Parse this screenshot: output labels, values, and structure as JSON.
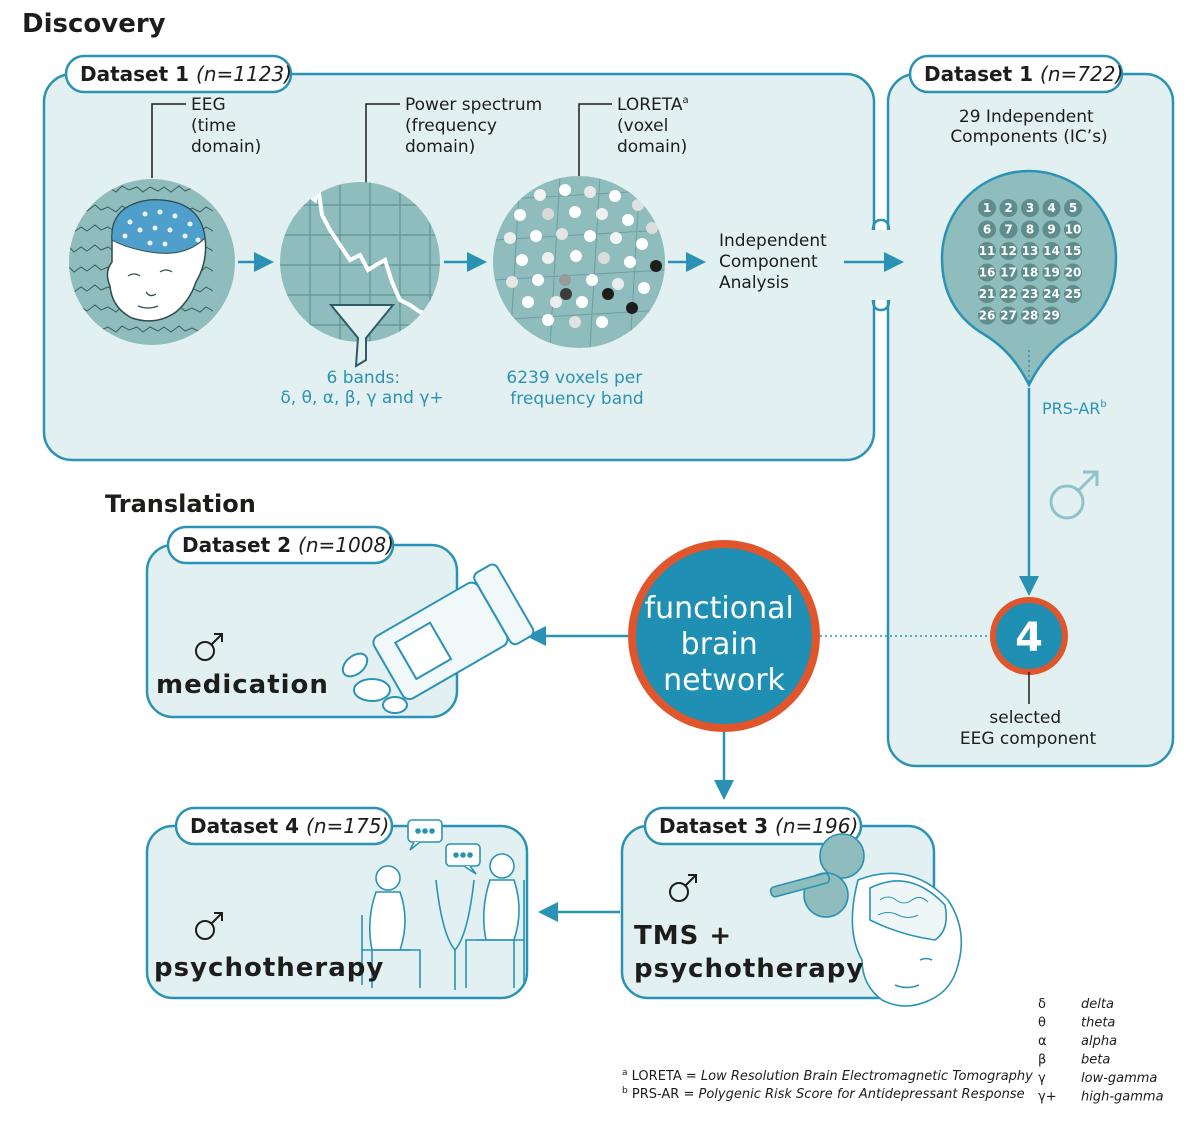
{
  "sections": {
    "discovery": "Discovery",
    "translation": "Translation"
  },
  "dataset1": {
    "label": "Dataset 1",
    "n": "(n=1123)"
  },
  "dataset1b": {
    "label": "Dataset 1",
    "n": "(n=722)"
  },
  "dataset2": {
    "label": "Dataset 2",
    "n": "(n=1008)"
  },
  "dataset3": {
    "label": "Dataset 3",
    "n": "(n=196)"
  },
  "dataset4": {
    "label": "Dataset 4",
    "n": "(n=175)"
  },
  "eeg": {
    "line1": "EEG",
    "line2": "(time",
    "line3": "domain)"
  },
  "power": {
    "line1": "Power spectrum",
    "line2": "(frequency",
    "line3": "domain)"
  },
  "loreta": {
    "line1": "LORETA",
    "sup": "a",
    "line2": "(voxel",
    "line3": "domain)"
  },
  "bands": {
    "line1": "6 bands:",
    "line2": "δ, θ, α, β, γ and γ+"
  },
  "voxels": {
    "line1": "6239 voxels per",
    "line2": "frequency band"
  },
  "ica": {
    "line1": "Independent",
    "line2": "Component",
    "line3": "Analysis"
  },
  "ics": {
    "line1": "29 Independent",
    "line2": "Components (IC’s)",
    "numbers": [
      "1",
      "2",
      "3",
      "4",
      "5",
      "6",
      "7",
      "8",
      "9",
      "10",
      "11",
      "12",
      "13",
      "14",
      "15",
      "16",
      "17",
      "18",
      "19",
      "20",
      "21",
      "22",
      "23",
      "24",
      "25",
      "26",
      "27",
      "28",
      "29"
    ]
  },
  "prs": {
    "label": "PRS-AR",
    "sup": "b"
  },
  "male_symbol": "♂",
  "component": {
    "number": "4",
    "line1": "selected",
    "line2": "EEG component"
  },
  "network": {
    "line1": "functional",
    "line2": "brain",
    "line3": "network"
  },
  "medication": "medication",
  "tms": {
    "line1": "TMS +",
    "line2": "psychotherapy"
  },
  "psychotherapy": "psychotherapy",
  "footnotes": {
    "a": {
      "mark": "a",
      "abbr": "LORETA",
      "def": "Low Resolution Brain Electromagnetic Tomography"
    },
    "b": {
      "mark": "b",
      "abbr": "PRS-AR",
      "def": "Polygenic Risk Score for Antidepressant Response"
    }
  },
  "legend": [
    {
      "symbol": "δ",
      "name": "delta"
    },
    {
      "symbol": "θ",
      "name": "theta"
    },
    {
      "symbol": "α",
      "name": "alpha"
    },
    {
      "symbol": "β",
      "name": "beta"
    },
    {
      "symbol": "γ",
      "name": "low-gamma"
    },
    {
      "symbol": "γ+",
      "name": "high-gamma"
    }
  ],
  "colors": {
    "panel": "#e3f0f1",
    "stroke": "#2a93b5",
    "orange": "#e0552b",
    "dark_circle": "#1f8fb3",
    "teal": "#8fbcbd"
  }
}
